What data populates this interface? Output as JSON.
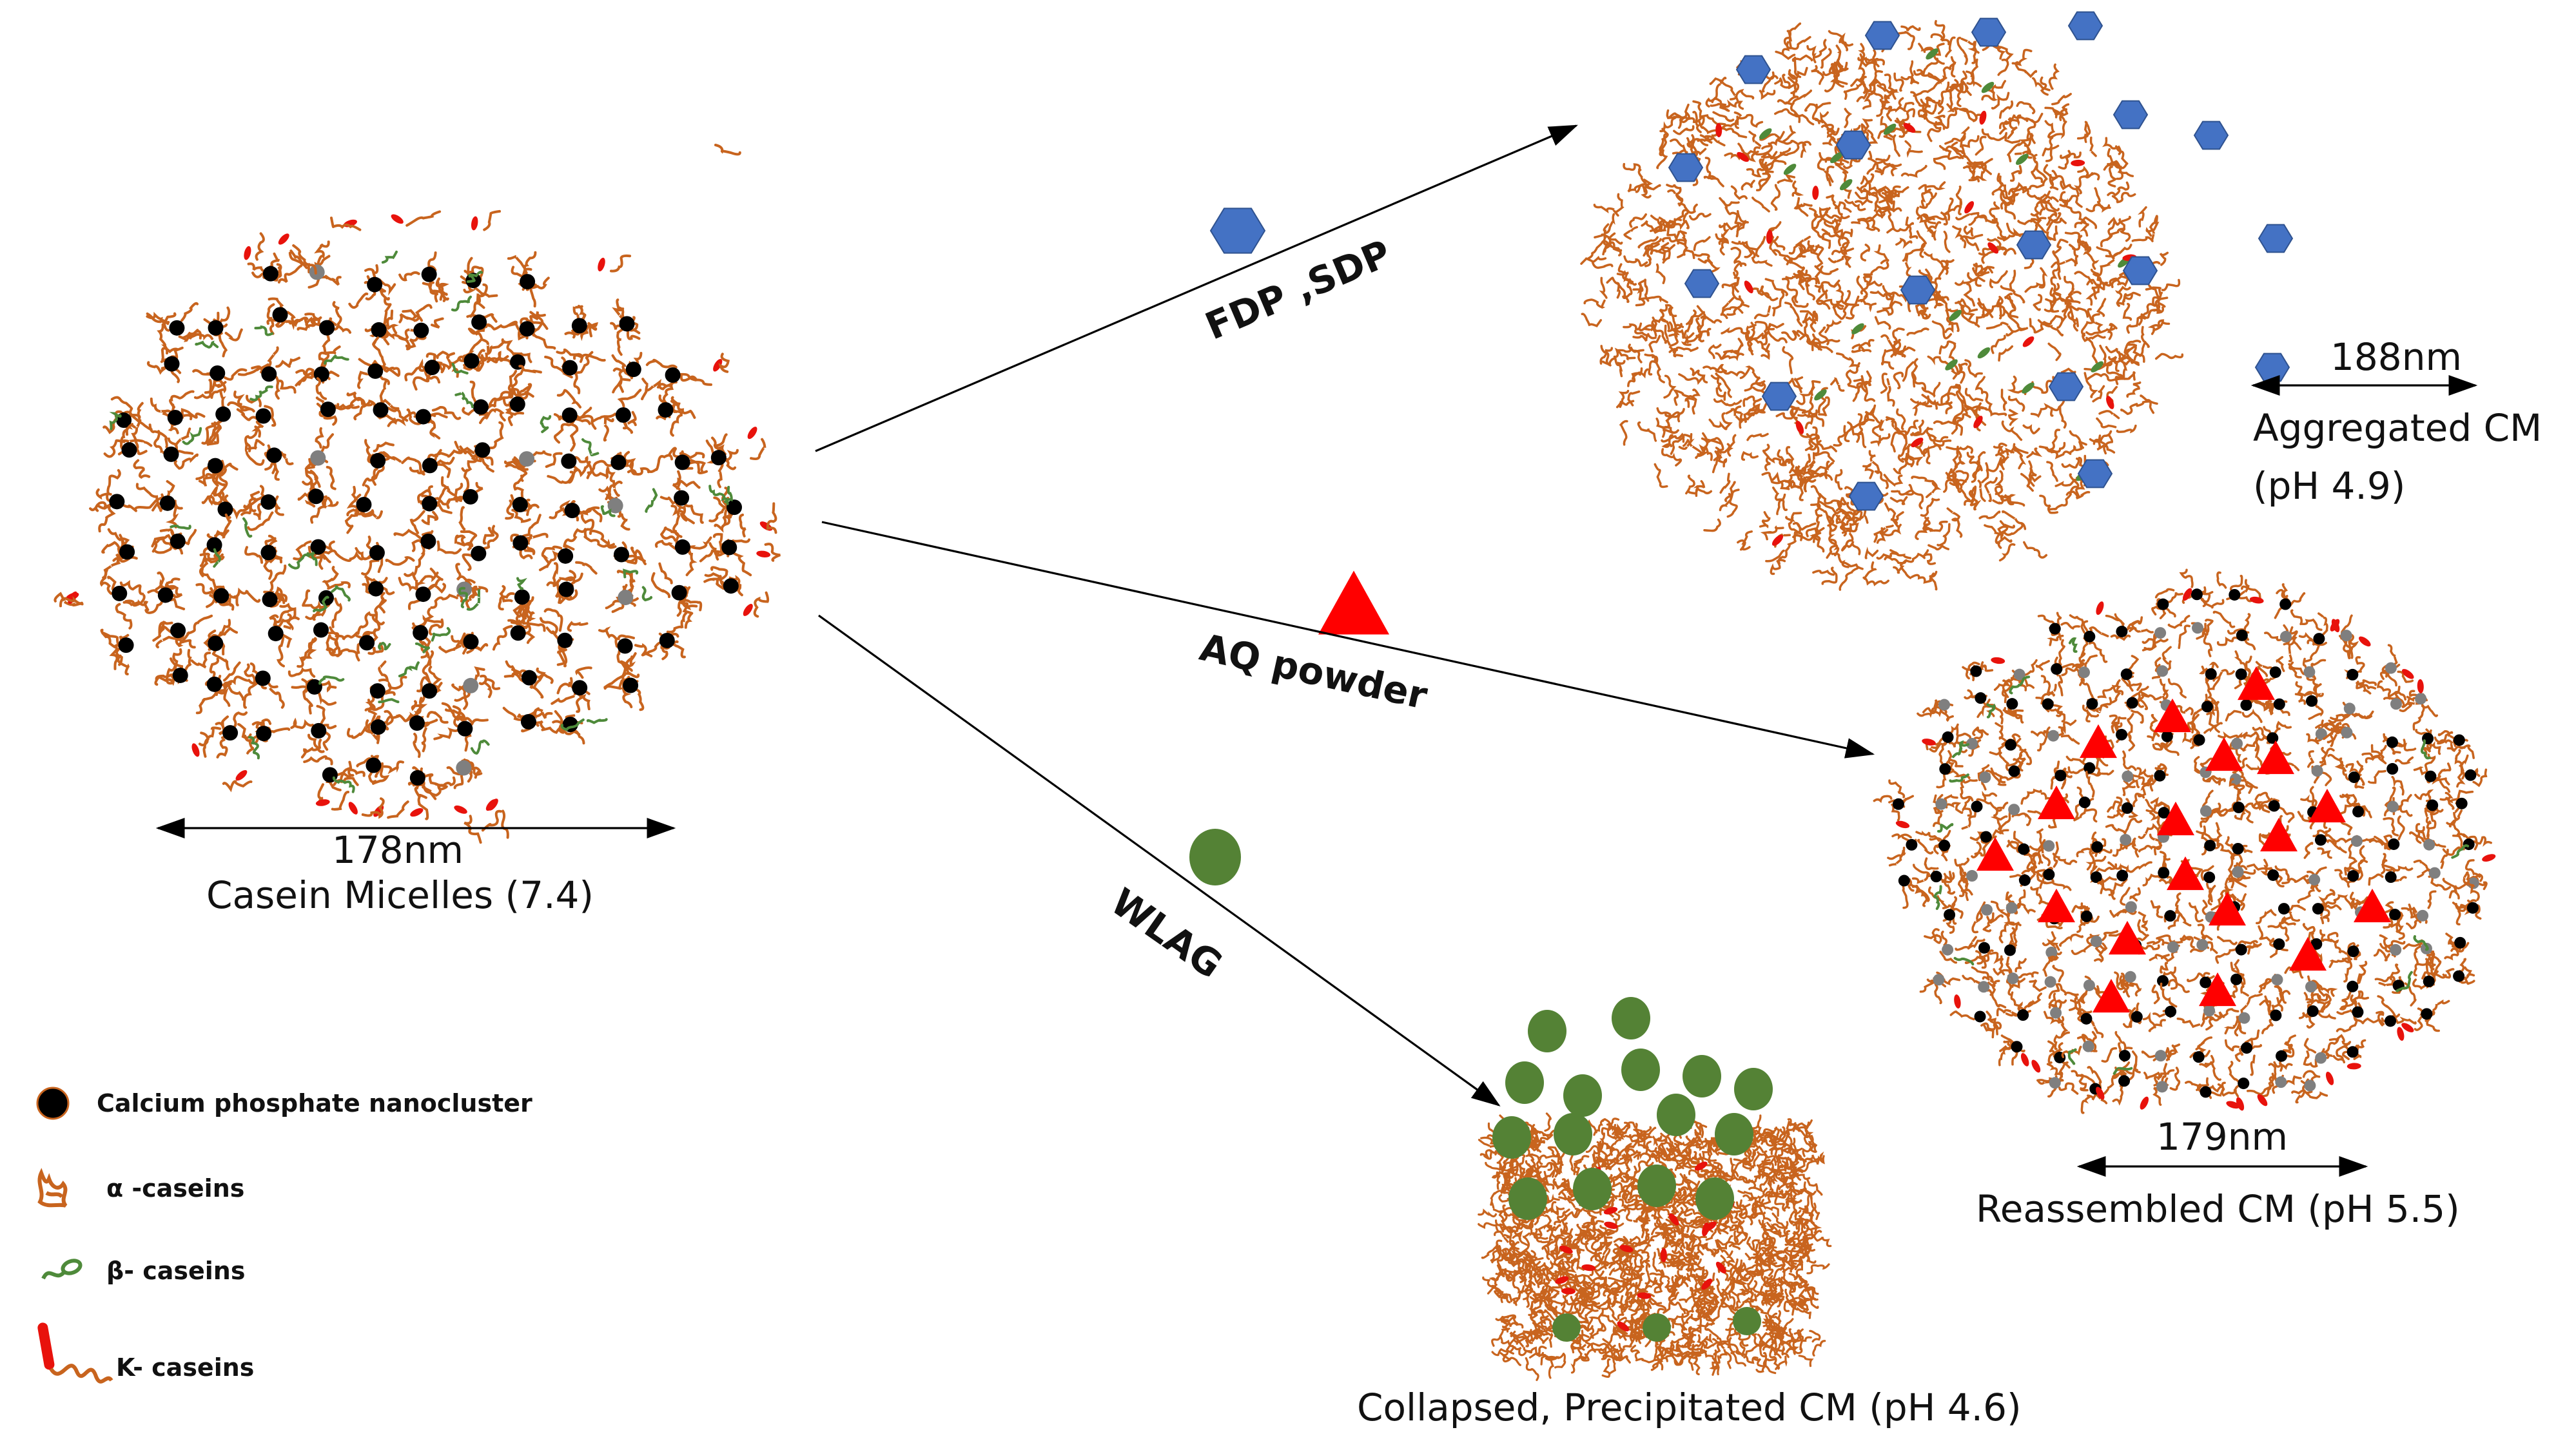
{
  "labels": {
    "source_size": "178nm",
    "source_name": "Casein Micelles (7.4)",
    "aggregated_size": "188nm",
    "aggregated_name": "Aggregated CM",
    "aggregated_ph": "(pH 4.9)",
    "reassembled_size": "179nm",
    "reassembled_name": "Reassembled CM (pH 5.5)",
    "collapsed_name": "Collapsed, Precipitated CM (pH 4.6)"
  },
  "treatments": {
    "fdp_sdp": "FDP ,SDP",
    "aq_powder": "AQ powder",
    "wlag": "WLAG"
  },
  "legend": [
    {
      "icon": "calcium-phosphate-dot-icon",
      "label": "Calcium phosphate nanocluster"
    },
    {
      "icon": "alpha-casein-icon",
      "label": "α -caseins"
    },
    {
      "icon": "beta-casein-icon",
      "label": "β- caseins"
    },
    {
      "icon": "kappa-casein-icon",
      "label": "K- caseins"
    }
  ],
  "colors": {
    "casein_orange": "#c8641e",
    "nanocluster_black": "#000000",
    "beta_green": "#4e8a3a",
    "kappa_red": "#e8120c",
    "fdp_blue": "#4472c4",
    "aq_red": "#ff0000",
    "wlag_green": "#548235",
    "grey_core": "#7f7f7f"
  }
}
